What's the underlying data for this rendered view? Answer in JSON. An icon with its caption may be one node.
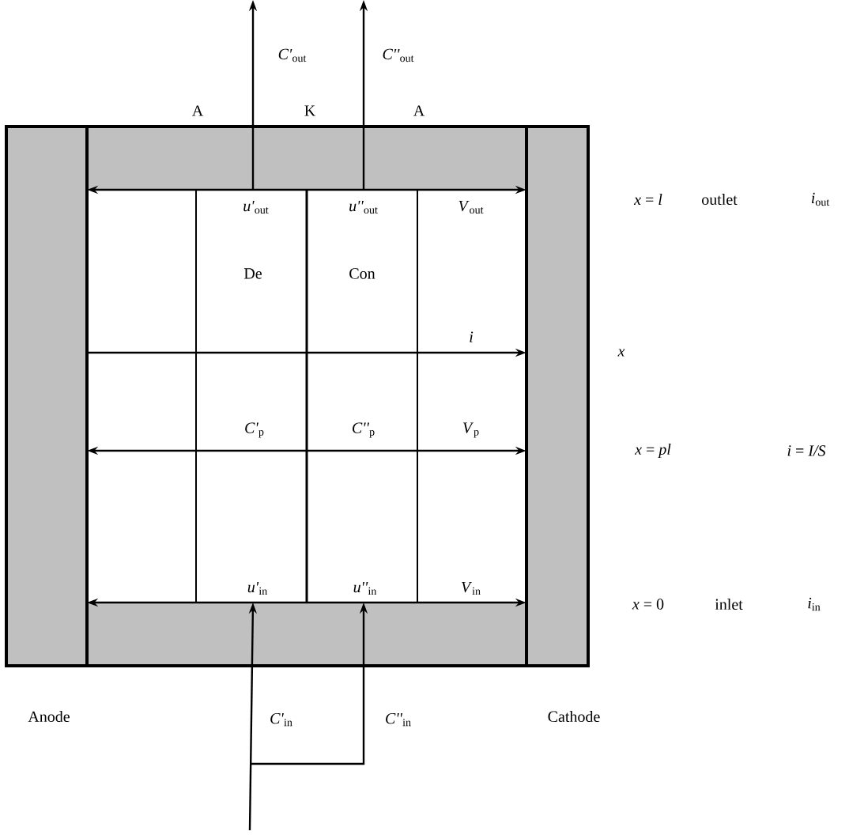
{
  "diagram": {
    "labels": [
      "*C'*$_{out}$",
      "*C''*$_{out}$",
      "A",
      "K",
      "A",
      "*u'*$_{out}$",
      "*u''*$_{out}$",
      "*V*$_{out}$",
      "*x* = *l*",
      "outlet",
      "*i*$_{out}$",
      "De",
      "Con",
      "i",
      "x",
      "*C'*$_{p}$",
      "*C''*$_{p}$",
      "*V*$_{p}$",
      "*x* = *pl*",
      "*i* = *I/S*",
      "*u'*$_{in}$",
      "*u''*$_{in}$",
      "*V*$_{in}$",
      "*x* = 0",
      "inlet",
      "*i*$_{in}$",
      "Anode",
      "*C'*$_{in}$",
      "*C''*$_{in}$",
      "Cathode"
    ]
  }
}
